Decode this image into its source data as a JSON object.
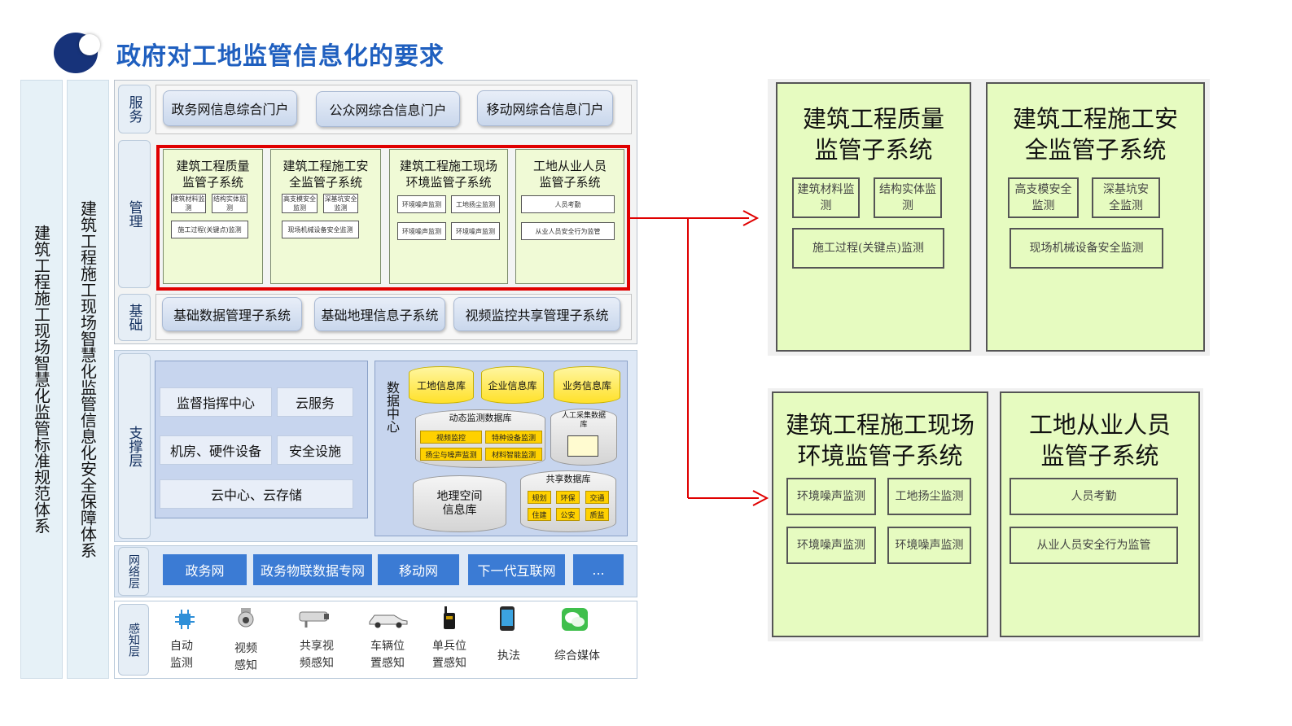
{
  "title": "政府对工地监管信息化的要求",
  "left_columns": {
    "standard": "建筑工程施工现场智慧化监管标准规范体系",
    "security": "建筑工程施工现场智慧化监管信息化安全保障体系"
  },
  "layers": {
    "service": "服务",
    "management": "管理",
    "foundation": "基础",
    "support": "支撑层",
    "network": "网络层",
    "perception": "感知层"
  },
  "service_portals": [
    "政务网信息综合门户",
    "公众网综合信息门户",
    "移动网综合信息门户"
  ],
  "management_subsystems": [
    {
      "title": [
        "建筑工程质量",
        "监管子系统"
      ],
      "items": [
        "建筑材料监测",
        "结构实体监测",
        "施工过程(关键点)监测"
      ]
    },
    {
      "title": [
        "建筑工程施工安",
        "全监管子系统"
      ],
      "items": [
        "高支模安全监测",
        "深基坑安全监测",
        "现场机械设备安全监测"
      ]
    },
    {
      "title": [
        "建筑工程施工现场",
        "环境监管子系统"
      ],
      "items": [
        "环境噪声监测",
        "工地扬尘监测",
        "环境噪声监测",
        "环境噪声监测"
      ]
    },
    {
      "title": [
        "工地从业人员",
        "监管子系统"
      ],
      "items": [
        "人员考勤",
        "从业人员安全行为监管"
      ]
    }
  ],
  "foundation_systems": [
    "基础数据管理子系统",
    "基础地理信息子系统",
    "视频监控共享管理子系统"
  ],
  "support": {
    "buttons": [
      "监督指挥中心",
      "云服务",
      "机房、硬件设备",
      "安全设施",
      "云中心、云存储"
    ],
    "data_center_label": "数据中心",
    "top_dbs": [
      "工地信息库",
      "企业信息库",
      "业务信息库"
    ],
    "dynamic_db": {
      "title": "动态监测数据库",
      "items": [
        "视频监控",
        "特种设备监测",
        "扬尘与噪声监测",
        "材料智能监测"
      ]
    },
    "manual_db": "人工采集数据库",
    "geo_db": [
      "地理空间",
      "信息库"
    ],
    "shared_db": {
      "title": "共享数据库",
      "items": [
        "规划",
        "环保",
        "交通",
        "住建",
        "公安",
        "质监"
      ]
    }
  },
  "network": [
    "政务网",
    "政务物联数据专网",
    "移动网",
    "下一代互联网",
    "..."
  ],
  "perception": [
    {
      "icon": "chip-icon",
      "lines": [
        "自动",
        "监测"
      ]
    },
    {
      "icon": "camera-dome-icon",
      "lines": [
        "视频",
        "感知"
      ]
    },
    {
      "icon": "camera-bullet-icon",
      "lines": [
        "共享视",
        "频感知"
      ]
    },
    {
      "icon": "vehicle-icon",
      "lines": [
        "车辆位",
        "置感知"
      ]
    },
    {
      "icon": "walkie-talkie-icon",
      "lines": [
        "单兵位",
        "置感知"
      ]
    },
    {
      "icon": "phone-icon",
      "lines": [
        "执法"
      ]
    },
    {
      "icon": "chat-icon",
      "lines": [
        "综合媒体"
      ]
    }
  ],
  "colors": {
    "title_blue": "#1f5fbf",
    "logo_navy": "#17337a",
    "highlight_red": "#e00000",
    "subsystem_green": "#e6fbc0",
    "network_blue": "#3b7bd4",
    "db_yellow": "#ffe12a"
  }
}
